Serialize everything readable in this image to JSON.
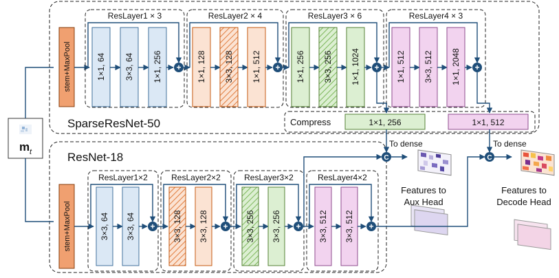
{
  "colors": {
    "stem": "#f0a070",
    "blue": "#dbe8f5",
    "blue_border": "#41719c",
    "orange": "#fbe3d3",
    "orange_border": "#c55a11",
    "green": "#dcefd2",
    "green_border": "#548235",
    "pink": "#f2d3ef",
    "pink_border": "#8e4b8e",
    "wire": "#1f4e79",
    "node": "#1f4e79"
  },
  "input": {
    "symbol": "m",
    "subscript": "t"
  },
  "sparse": {
    "title": "SparseResNet-50",
    "stem": "stem+MaxPool",
    "layers": [
      {
        "title": "ResLayer1 × 3",
        "blocks": [
          "1×1, 64",
          "3×3, 64",
          "1×1, 256"
        ]
      },
      {
        "title": "ResLayer2 × 4",
        "blocks": [
          "1×1, 128",
          "3×3, 128",
          "1×1, 512"
        ]
      },
      {
        "title": "ResLayer3 × 6",
        "blocks": [
          "1×1, 256",
          "3×3, 256",
          "1×1, 1024"
        ]
      },
      {
        "title": "ResLayer4 × 3",
        "blocks": [
          "1×1, 512",
          "3×3, 512",
          "1×1, 2048"
        ]
      }
    ],
    "compress": {
      "label": "Compress",
      "block1": "1×1, 256",
      "block2": "1×1, 512"
    }
  },
  "resnet": {
    "title": "ResNet-18",
    "stem": "stem+MaxPool",
    "layers": [
      {
        "title": "ResLayer1×2",
        "blocks": [
          "3×3, 64",
          "3×3, 64"
        ]
      },
      {
        "title": "ResLayer2×2",
        "blocks": [
          "3×3, 128",
          "3×3, 128"
        ]
      },
      {
        "title": "ResLayer3×2",
        "blocks": [
          "3×3, 256",
          "3×3, 256"
        ]
      },
      {
        "title": "ResLayer4×2",
        "blocks": [
          "3×3, 512",
          "3×3, 512"
        ]
      }
    ]
  },
  "node_symbols": {
    "plus": "+",
    "concat": "C"
  },
  "outputs": {
    "aux": {
      "to_dense": "To dense",
      "line1": "Features to",
      "line2": "Aux Head"
    },
    "decode": {
      "to_dense": "To dense",
      "line1": "Features to",
      "line2": "Decode Head"
    }
  }
}
